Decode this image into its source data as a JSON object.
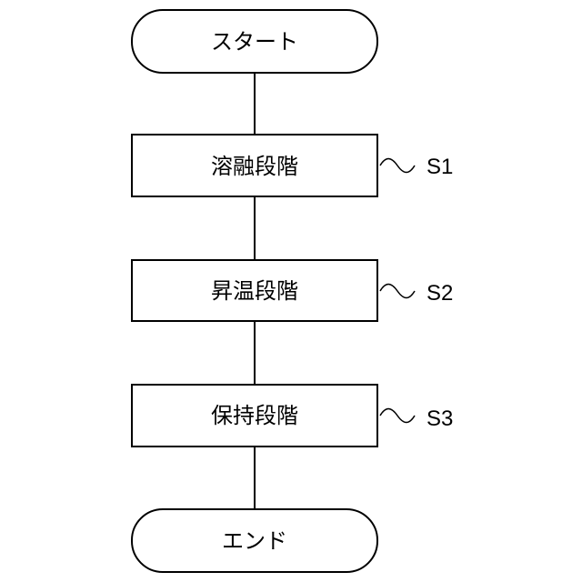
{
  "flowchart": {
    "start": {
      "label": "スタート"
    },
    "steps": [
      {
        "label": "溶融段階",
        "step_id": "S1"
      },
      {
        "label": "昇温段階",
        "step_id": "S2"
      },
      {
        "label": "保持段階",
        "step_id": "S3"
      }
    ],
    "end": {
      "label": "エンド"
    }
  }
}
